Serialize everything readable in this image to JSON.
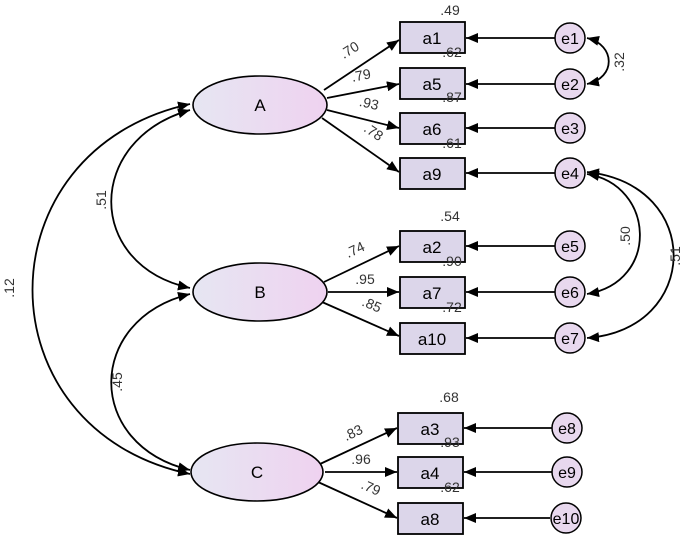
{
  "colors": {
    "latent_fill_start": "#e6e6f2",
    "latent_fill_end": "#efd2f0",
    "observed_fill": "#dcd6ea",
    "error_fill": "#e8d8ee",
    "stroke": "#000000"
  },
  "latent": {
    "A": "A",
    "B": "B",
    "C": "C"
  },
  "observed": {
    "a1": "a1",
    "a5": "a5",
    "a6": "a6",
    "a9": "a9",
    "a2": "a2",
    "a7": "a7",
    "a10": "a10",
    "a3": "a3",
    "a4": "a4",
    "a8": "a8"
  },
  "errors": {
    "e1": "e1",
    "e2": "e2",
    "e3": "e3",
    "e4": "e4",
    "e5": "e5",
    "e6": "e6",
    "e7": "e7",
    "e8": "e8",
    "e9": "e9",
    "e10": "e10"
  },
  "loadings": {
    "A_a1": ".70",
    "A_a5": ".79",
    "A_a6": ".93",
    "A_a9": ".78",
    "B_a2": ".74",
    "B_a7": ".95",
    "B_a10": ".85",
    "C_a3": ".83",
    "C_a4": ".96",
    "C_a8": ".79"
  },
  "r_squared": {
    "a1": ".49",
    "a5": ".62",
    "a6": ".87",
    "a9": ".61",
    "a2": ".54",
    "a7": ".90",
    "a10": ".72",
    "a3": ".68",
    "a4": ".93",
    "a8": ".62"
  },
  "covariances": {
    "A_B": ".51",
    "B_C": ".45",
    "A_C": ".12",
    "e1_e2": ".32",
    "e4_e6": ".50",
    "e4_e7": ".51"
  }
}
